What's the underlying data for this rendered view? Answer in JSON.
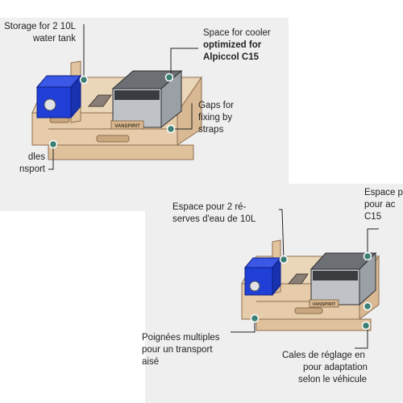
{
  "english_figure": {
    "storage_label": [
      "Storage for 2  10L",
      "water tank"
    ],
    "cooler_label": {
      "line1": "Space for cooler",
      "line2": "optimized for",
      "line3": "Alpiccol C15"
    },
    "gaps_label": [
      "Gaps for",
      "fixing by",
      "straps"
    ],
    "handles_label": [
      "dles",
      "nsport"
    ],
    "box_brand": "VANSPIRIT"
  },
  "french_figure": {
    "water_label": [
      "Espace pour 2 ré-",
      "serves d'eau de 10L"
    ],
    "cooler_label": [
      "Espace p",
      "pour ac",
      "C15"
    ],
    "handles_label": [
      "Poignées multiples",
      "pour un transport",
      "aisé"
    ],
    "wedges_label": [
      "Cales de réglage en",
      "pour adaptation",
      "selon le véhicule"
    ],
    "box_brand": "VANSPIRIT"
  },
  "colors": {
    "wood": "#e6ccaa",
    "wood_dark": "#c9a77f",
    "tank_blue": "#1f3fd6",
    "cooler_gray": "#a9aeb3",
    "cooler_dark": "#3a3d40",
    "marker": "#3c7f73"
  }
}
